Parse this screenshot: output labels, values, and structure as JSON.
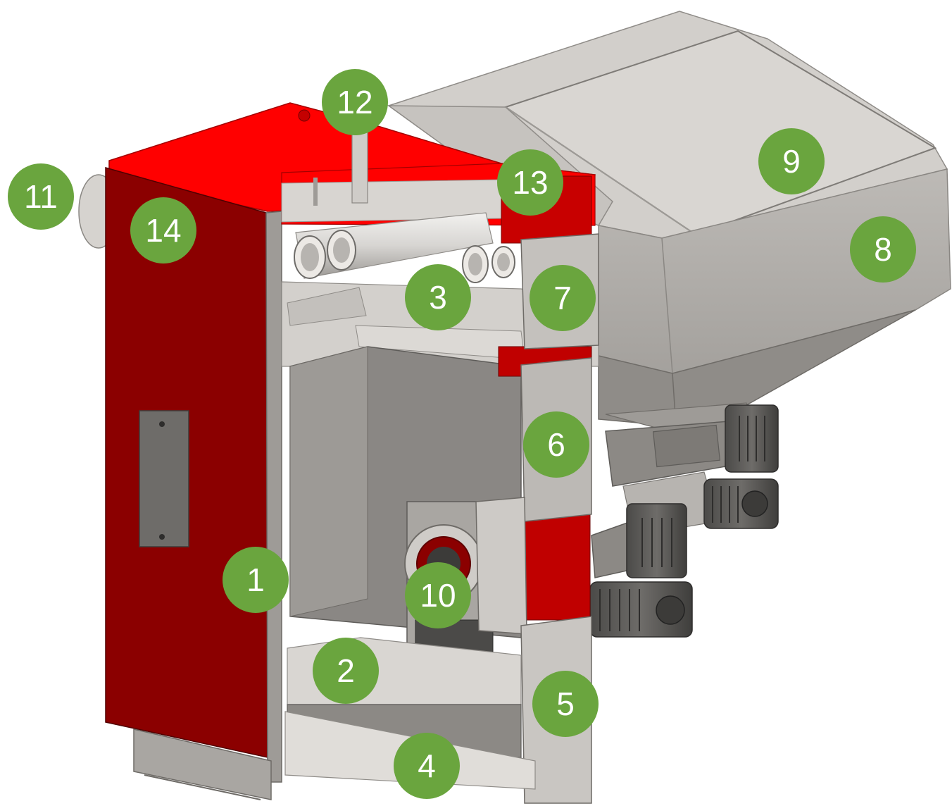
{
  "diagram": {
    "colors": {
      "marker": "#6aa53e",
      "boiler_red": "#ff0000",
      "boiler_dark_red": "#8b0000",
      "steel_light": "#cfccc8",
      "steel_mid": "#a9a6a2",
      "steel_dark": "#6f6d6a"
    },
    "markers": [
      {
        "id": "1",
        "label": "1"
      },
      {
        "id": "2",
        "label": "2"
      },
      {
        "id": "3",
        "label": "3"
      },
      {
        "id": "4",
        "label": "4"
      },
      {
        "id": "5",
        "label": "5"
      },
      {
        "id": "6",
        "label": "6"
      },
      {
        "id": "7",
        "label": "7"
      },
      {
        "id": "8",
        "label": "8"
      },
      {
        "id": "9",
        "label": "9"
      },
      {
        "id": "10",
        "label": "10"
      },
      {
        "id": "11",
        "label": "11"
      },
      {
        "id": "12",
        "label": "12"
      },
      {
        "id": "13",
        "label": "13"
      },
      {
        "id": "14",
        "label": "14"
      }
    ]
  }
}
